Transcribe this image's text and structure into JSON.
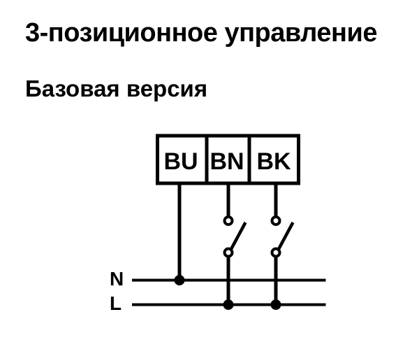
{
  "page": {
    "title": "3-позиционное управление",
    "subtitle": "Базовая версия",
    "background_color": "#ffffff",
    "ink_color": "#000000"
  },
  "diagram": {
    "type": "wiring-schematic",
    "terminal_block": {
      "terminals": [
        {
          "id": "BU",
          "label": "BU"
        },
        {
          "id": "BN",
          "label": "BN"
        },
        {
          "id": "BK",
          "label": "BK"
        }
      ]
    },
    "bus_lines": [
      {
        "id": "N",
        "label": "N"
      },
      {
        "id": "L",
        "label": "L"
      }
    ],
    "switches": [
      {
        "on_wire": "BN",
        "state": "open"
      },
      {
        "on_wire": "BK",
        "state": "open"
      }
    ],
    "connections": [
      {
        "from": "BU",
        "to": "N",
        "junction": "dot"
      },
      {
        "from": "BN",
        "to": "L",
        "via": "switch",
        "junction": "dot"
      },
      {
        "from": "BK",
        "to": "L",
        "via": "switch",
        "junction": "dot"
      }
    ]
  }
}
